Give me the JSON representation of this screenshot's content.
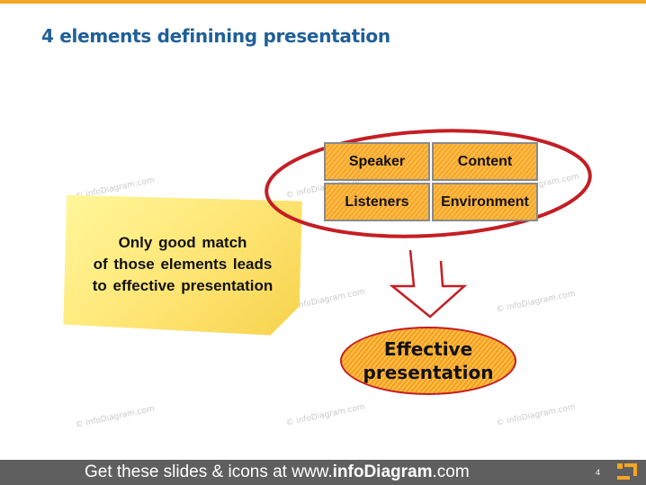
{
  "slide": {
    "title": "4 elements definining presentation",
    "note_text": "Only good match\nof those elements leads\nto effective presentation",
    "elements": [
      "Speaker",
      "Content",
      "Listeners",
      "Environment"
    ],
    "result_label": "Effective\npresentation",
    "watermark": "© infoDiagram.com"
  },
  "footer": {
    "prefix": "Get these slides & icons at www.",
    "brand": "infoDiagram",
    "suffix": ".com",
    "page_number": "4"
  },
  "colors": {
    "accent_orange": "#f5a623",
    "title_blue": "#1f5f99",
    "ring_red": "#c41e24",
    "footer_gray": "#5f5f5f",
    "note_yellow": "#ffe87a"
  },
  "icons": [
    "down-arrow-icon",
    "infodiagram-logo-icon"
  ]
}
